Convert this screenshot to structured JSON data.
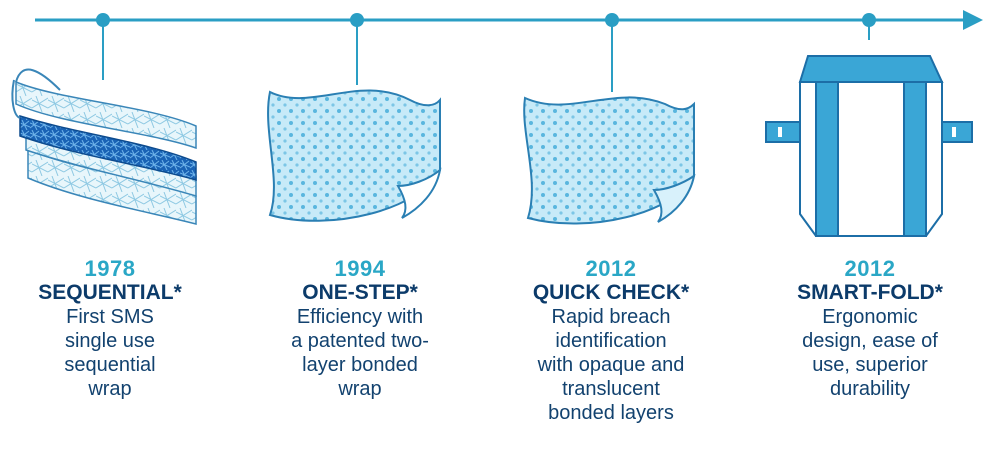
{
  "colors": {
    "line": "#2a9ec4",
    "dot": "#2a9ec4",
    "year": "#2aa7c6",
    "name": "#0c3b6a",
    "description": "#12426f",
    "fabric_light": "#bfe6f6",
    "fabric_dots": "#5bb6dd",
    "fabric_dark": "#1565b0"
  },
  "milestones": [
    {
      "year": "1978",
      "name": "SEQUENTIAL*",
      "description": "First SMS single use sequential wrap",
      "icon": "layered-fabric-icon"
    },
    {
      "year": "1994",
      "name": "ONE-STEP*",
      "description": "Efficiency with a patented two-layer bonded wrap",
      "icon": "dotted-sheet-icon"
    },
    {
      "year": "2012",
      "name": "QUICK CHECK*",
      "description": "Rapid breach identification with opaque and translucent bonded layers",
      "icon": "dotted-sheet-icon"
    },
    {
      "year": "2012",
      "name": "SMART-FOLD*",
      "description": "Ergonomic design, ease of use, superior durability",
      "icon": "folded-wrap-icon"
    }
  ]
}
